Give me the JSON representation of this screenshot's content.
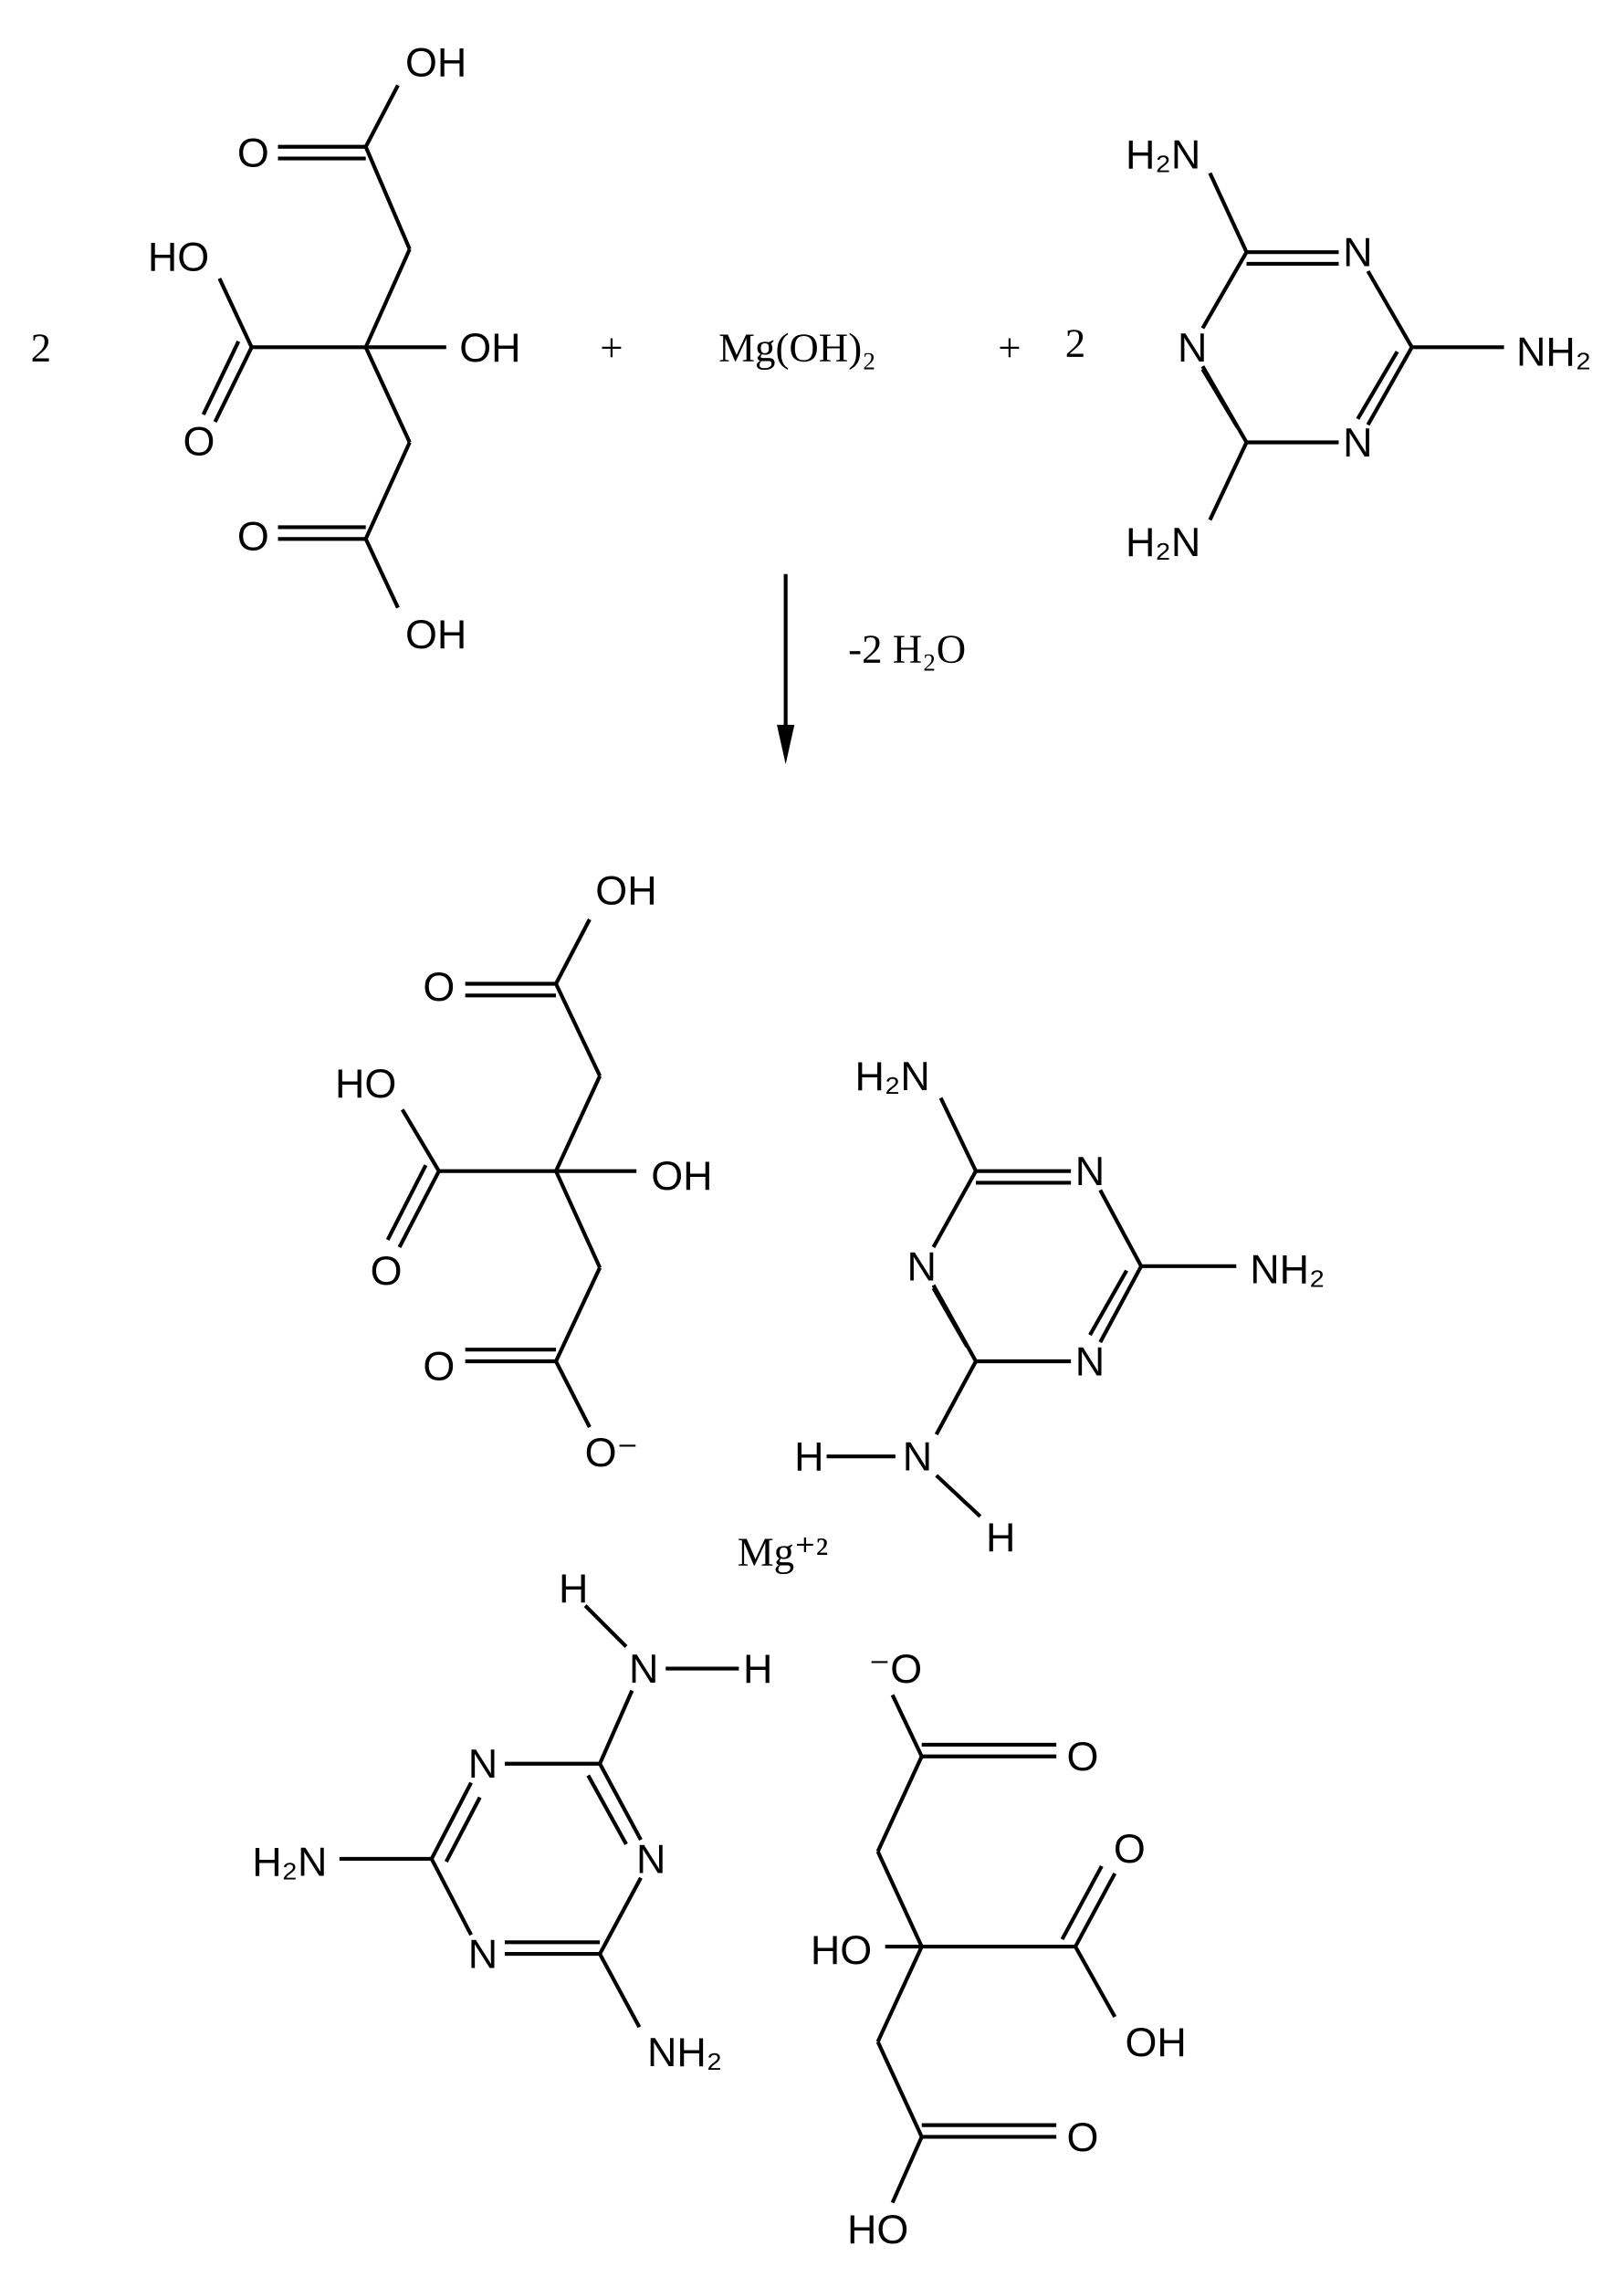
{
  "reaction": {
    "reactants": {
      "citric_acid_coefficient": "2",
      "plus_1": "+",
      "magnesium_hydroxide": "Mg(OH)₂",
      "plus_2": "+",
      "melamine_coefficient": "2"
    },
    "condition": "-2  H₂O",
    "product_cation": "Mg⁺²"
  },
  "atoms": {
    "OH": "OH",
    "HO": "HO",
    "O": "O",
    "O_minus": "O⁻",
    "minus_O": "⁻O",
    "N": "N",
    "H": "H",
    "H2N": "H₂N",
    "NH2": "NH₂"
  }
}
